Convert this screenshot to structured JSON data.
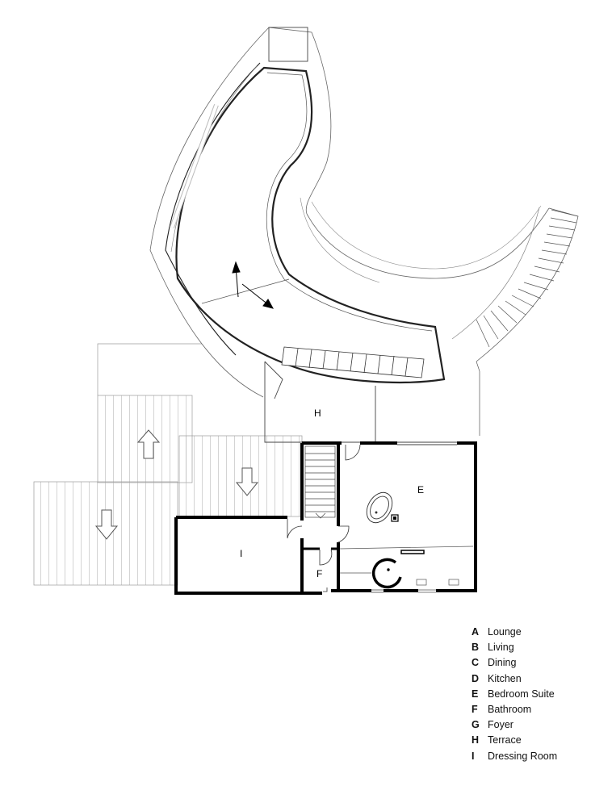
{
  "plan": {
    "labels": {
      "e": "E",
      "f": "F",
      "h": "H",
      "i": "I"
    }
  },
  "legend": [
    {
      "letter": "A",
      "name": "Lounge"
    },
    {
      "letter": "B",
      "name": "Living"
    },
    {
      "letter": "C",
      "name": "Dining"
    },
    {
      "letter": "D",
      "name": "Kitchen"
    },
    {
      "letter": "E",
      "name": "Bedroom Suite"
    },
    {
      "letter": "F",
      "name": "Bathroom"
    },
    {
      "letter": "G",
      "name": "Foyer"
    },
    {
      "letter": "H",
      "name": "Terrace"
    },
    {
      "letter": "I",
      "name": "Dressing Room"
    }
  ]
}
